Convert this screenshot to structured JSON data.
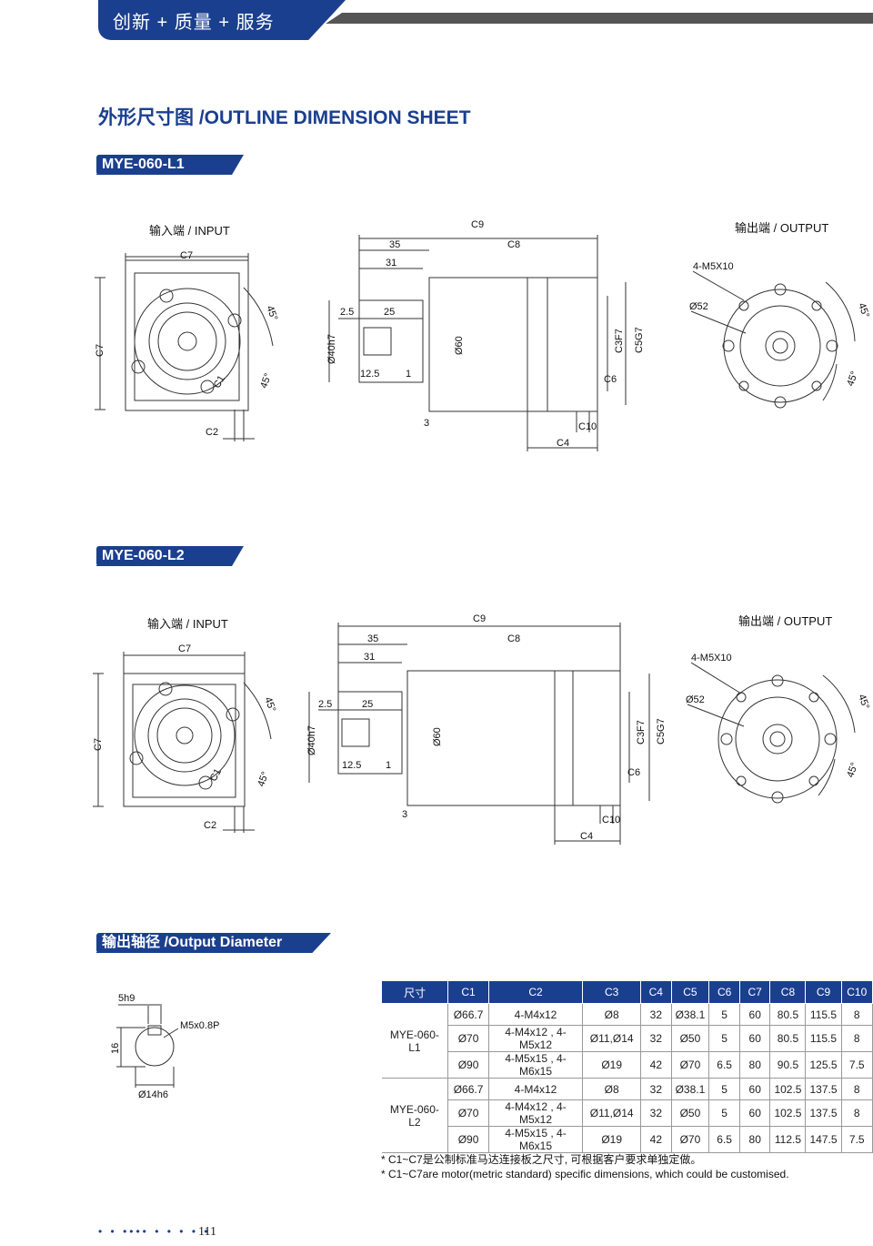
{
  "header": {
    "banner": "创新 + 质量 + 服务"
  },
  "title": "外形尺寸图 /OUTLINE DIMENSION SHEET",
  "models": [
    {
      "name": "MYE-060-L1"
    },
    {
      "name": "MYE-060-L2"
    }
  ],
  "drawing_labels": {
    "input": "输入端 / INPUT",
    "output": "输出端 / OUTPUT",
    "c7": "C7",
    "c2": "C2",
    "c1": "C1",
    "angle45": "45°",
    "c9": "C9",
    "c8": "C8",
    "d35": "35",
    "d31": "31",
    "d25": "25",
    "d25b": "2.5",
    "d125": "12.5",
    "d1": "1",
    "d3": "3",
    "d40": "Ø40h7",
    "d60": "Ø60",
    "c3": "C3F7",
    "c5": "C5G7",
    "c6": "C6",
    "c10": "C10",
    "c4": "C4",
    "m5": "4-M5X10",
    "d52": "Ø52"
  },
  "output_section": {
    "title": "输出轴径 /Output Diameter",
    "shaft": {
      "key": "5h9",
      "thread": "M5x0.8P",
      "height": "16",
      "dia": "Ø14h6"
    }
  },
  "table": {
    "headers": [
      "尺寸",
      "C1",
      "C2",
      "C3",
      "C4",
      "C5",
      "C6",
      "C7",
      "C8",
      "C9",
      "C10"
    ],
    "groups": [
      {
        "model": "MYE-060-L1",
        "rows": [
          [
            "Ø66.7",
            "4-M4x12",
            "Ø8",
            "32",
            "Ø38.1",
            "5",
            "60",
            "80.5",
            "115.5",
            "8"
          ],
          [
            "Ø70",
            "4-M4x12 , 4-M5x12",
            "Ø11,Ø14",
            "32",
            "Ø50",
            "5",
            "60",
            "80.5",
            "115.5",
            "8"
          ],
          [
            "Ø90",
            "4-M5x15 , 4-M6x15",
            "Ø19",
            "42",
            "Ø70",
            "6.5",
            "80",
            "90.5",
            "125.5",
            "7.5"
          ]
        ]
      },
      {
        "model": "MYE-060-L2",
        "rows": [
          [
            "Ø66.7",
            "4-M4x12",
            "Ø8",
            "32",
            "Ø38.1",
            "5",
            "60",
            "102.5",
            "137.5",
            "8"
          ],
          [
            "Ø70",
            "4-M4x12 , 4-M5x12",
            "Ø11,Ø14",
            "32",
            "Ø50",
            "5",
            "60",
            "102.5",
            "137.5",
            "8"
          ],
          [
            "Ø90",
            "4-M5x15 , 4-M6x15",
            "Ø19",
            "42",
            "Ø70",
            "6.5",
            "80",
            "112.5",
            "147.5",
            "7.5"
          ]
        ]
      }
    ]
  },
  "notes": [
    "* C1~C7是公制标准马达连接板之尺寸, 可根据客户要求单独定做。",
    "* C1~C7are motor(metric standard)  specific dimensions, which could be customised."
  ],
  "footer": {
    "dots": "• • •••• • • • • •",
    "page": "111"
  }
}
